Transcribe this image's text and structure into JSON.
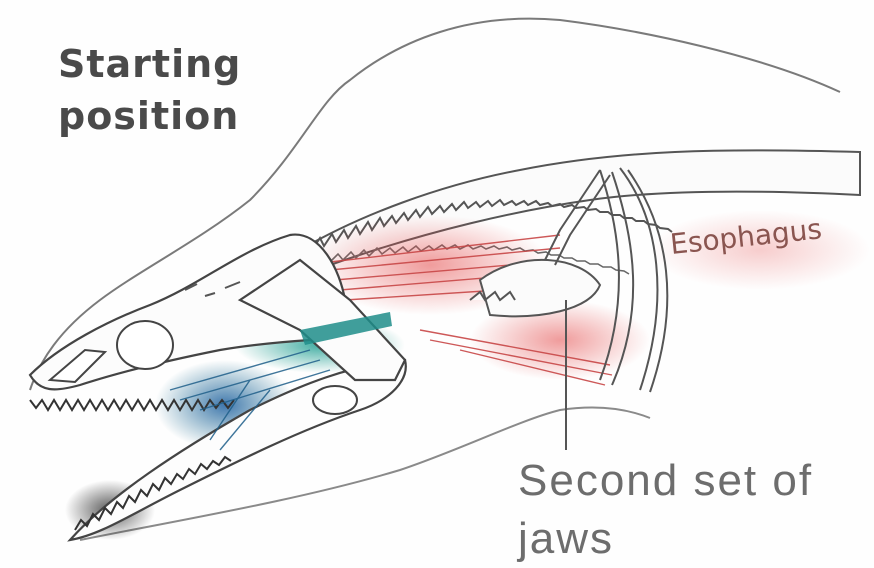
{
  "labels": {
    "title": "Starting position",
    "esophagus": "Esophagus",
    "second_jaws": "Second set of jaws"
  },
  "colors": {
    "outline": "#555555",
    "muscle_red": "#e25c5c",
    "muscle_teal": "#1f8d8a",
    "muscle_blue": "#2c6fa6",
    "esophagus_text": "#8a5550"
  }
}
